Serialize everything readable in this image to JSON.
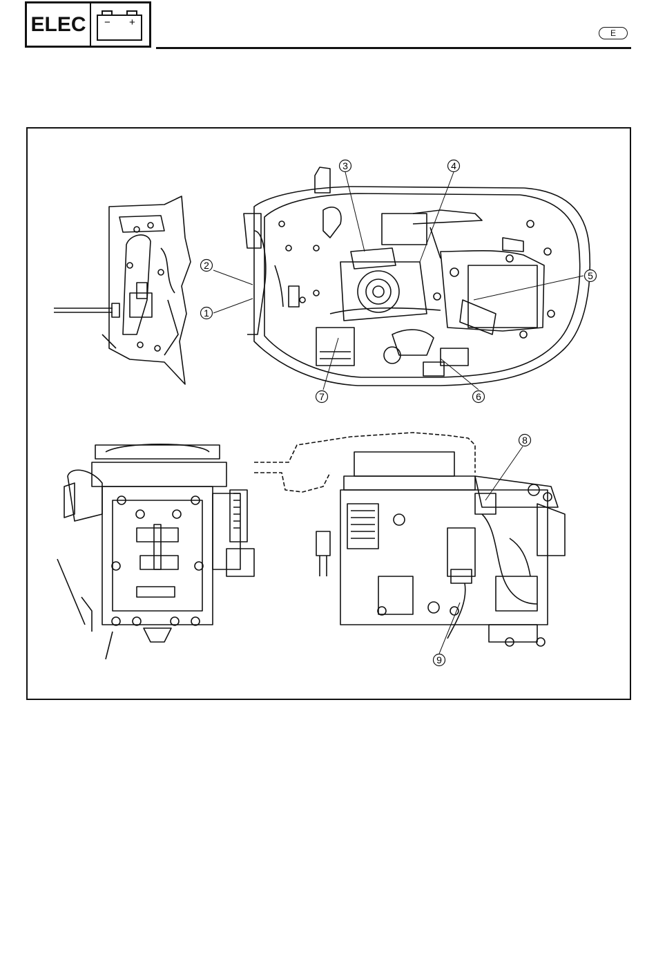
{
  "header": {
    "section_label": "ELEC",
    "section_icon": "battery-icon",
    "battery_minus": "−",
    "battery_plus": "+"
  },
  "language_badge": "E",
  "figure": {
    "callouts": [
      "1",
      "2",
      "3",
      "4",
      "5",
      "6",
      "7",
      "8",
      "9"
    ]
  }
}
